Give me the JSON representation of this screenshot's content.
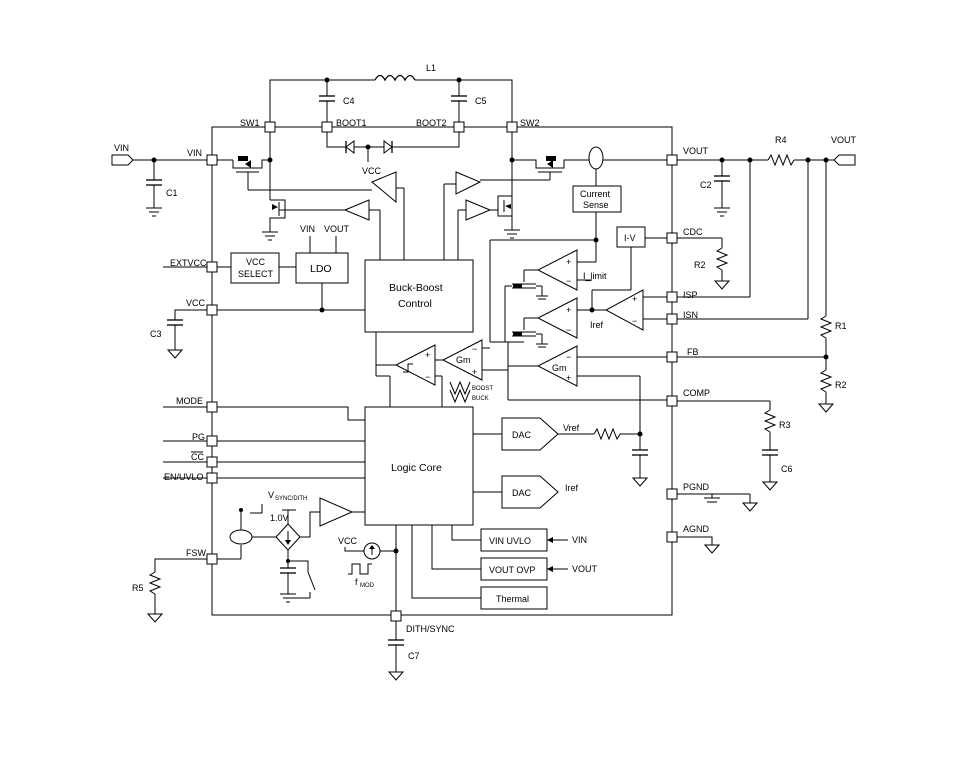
{
  "labels": {
    "L1": "L1",
    "C4": "C4",
    "C5": "C5",
    "SW1": "SW1",
    "BOOT1": "BOOT1",
    "BOOT2": "BOOT2",
    "SW2": "SW2",
    "VIN_pin": "VIN",
    "VIN_in": "VIN",
    "C1": "C1",
    "VCC_diode": "VCC",
    "VOUT_pin": "VOUT",
    "R4": "R4",
    "VOUT_out": "VOUT",
    "C2": "C2",
    "current_sense_1": "Current",
    "current_sense_2": "Sense",
    "iv": "I-V",
    "CDC": "CDC",
    "R2_cdc": "R2",
    "VIN_ldo": "VIN",
    "VOUT_ldo": "VOUT",
    "EXTVCC": "EXTVCC",
    "vcc_select_1": "VCC",
    "vcc_select_2": "SELECT",
    "ldo": "LDO",
    "buckboost_1": "Buck-Boost",
    "buckboost_2": "Control",
    "VCC_pin": "VCC",
    "C3": "C3",
    "ilimit": "I_limit",
    "ISP": "ISP",
    "ISN": "ISN",
    "iref_amp": "Iref",
    "R1": "R1",
    "gm1": "Gm",
    "gm2": "Gm",
    "FB": "FB",
    "R2_fb": "R2",
    "boost": "BOOST",
    "buck": "BUCK",
    "COMP": "COMP",
    "MODE": "MODE",
    "PG": "PG",
    "CC": "CC",
    "EN_UVLO": "EN/UVLO",
    "logic_core": "Logic Core",
    "dac1": "DAC",
    "vref": "Vref",
    "R3": "R3",
    "dac2": "DAC",
    "iref_dac": "Iref",
    "C6": "C6",
    "vsync_v": "V",
    "vsync_sub": "SYNC/DITH",
    "v1_0": "1.0V",
    "PGND": "PGND",
    "AGND": "AGND",
    "VCC_osc": "VCC",
    "fmod_f": "f",
    "fmod_sub": "MOD",
    "vin_uvlo": "VIN UVLO",
    "vin_uvlo_in": "VIN",
    "vout_ovp": "VOUT OVP",
    "vout_ovp_in": "VOUT",
    "thermal": "Thermal",
    "FSW": "FSW",
    "R5": "R5",
    "DITH_SYNC": "DITH/SYNC",
    "C7": "C7"
  }
}
